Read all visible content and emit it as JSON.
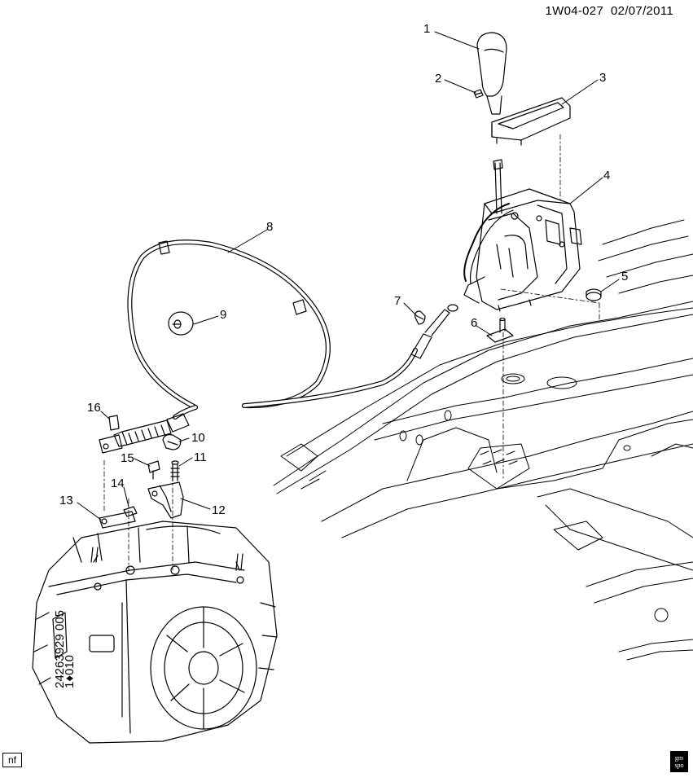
{
  "header": {
    "diagram_id": "1W04-027",
    "date": "02/07/2011"
  },
  "footer": {
    "left_badge": "nf",
    "logo_line1": "gm",
    "logo_line2": "spo"
  },
  "callouts": [
    "1",
    "2",
    "3",
    "4",
    "5",
    "6",
    "7",
    "8",
    "9",
    "10",
    "11",
    "12",
    "13",
    "14",
    "15",
    "16"
  ],
  "transmission_stamp": {
    "line1": "24263929 005",
    "line2": "1♦010"
  },
  "colors": {
    "ink": "#000000",
    "paper": "#ffffff"
  }
}
